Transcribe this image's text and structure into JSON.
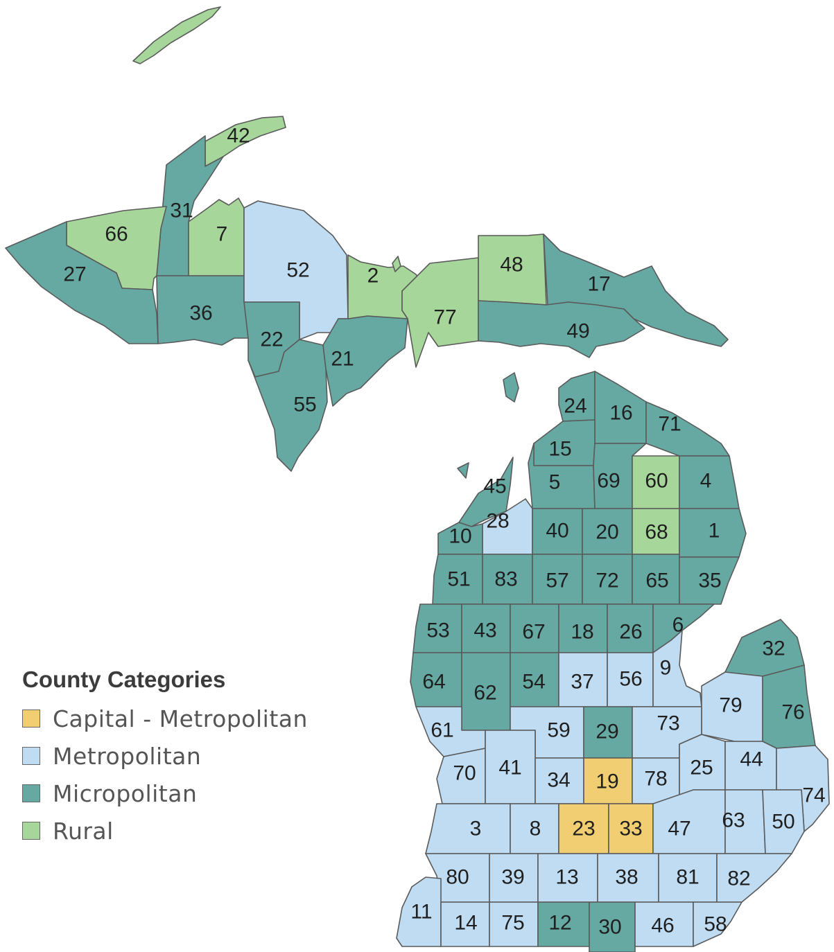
{
  "colors": {
    "capital": "#F2CE72",
    "metro": "#BFDCF2",
    "micro": "#66A9A3",
    "rural": "#A6D69A"
  },
  "legend": {
    "title": "County Categories",
    "items": [
      {
        "key": "capital",
        "label": "Capital - Metropolitan"
      },
      {
        "key": "metro",
        "label": "Metropolitan"
      },
      {
        "key": "micro",
        "label": "Micropolitan"
      },
      {
        "key": "rural",
        "label": "Rural"
      }
    ]
  },
  "counties": {
    "1": "micro",
    "2": "rural",
    "3": "metro",
    "4": "micro",
    "5": "micro",
    "6": "micro",
    "7": "rural",
    "8": "metro",
    "9": "metro",
    "10": "micro",
    "11": "metro",
    "12": "micro",
    "13": "metro",
    "14": "metro",
    "15": "micro",
    "16": "micro",
    "17": "micro",
    "18": "micro",
    "19": "capital",
    "20": "micro",
    "21": "micro",
    "22": "micro",
    "23": "capital",
    "24": "micro",
    "25": "metro",
    "26": "micro",
    "27": "micro",
    "28": "metro",
    "29": "micro",
    "30": "micro",
    "31": "micro",
    "32": "micro",
    "33": "capital",
    "34": "metro",
    "35": "micro",
    "36": "micro",
    "37": "metro",
    "38": "metro",
    "39": "metro",
    "40": "micro",
    "41": "metro",
    "42": "rural",
    "43": "micro",
    "44": "metro",
    "45": "micro",
    "46": "metro",
    "47": "metro",
    "48": "rural",
    "49": "micro",
    "50": "metro",
    "51": "micro",
    "52": "metro",
    "53": "micro",
    "54": "micro",
    "55": "micro",
    "56": "metro",
    "57": "micro",
    "58": "metro",
    "59": "metro",
    "60": "rural",
    "61": "metro",
    "62": "micro",
    "63": "metro",
    "64": "micro",
    "65": "micro",
    "66": "rural",
    "67": "micro",
    "68": "rural",
    "69": "micro",
    "70": "metro",
    "71": "micro",
    "72": "micro",
    "73": "metro",
    "74": "metro",
    "75": "metro",
    "76": "micro",
    "77": "rural",
    "78": "metro",
    "79": "metro",
    "80": "metro",
    "81": "metro",
    "82": "metro",
    "83": "micro"
  }
}
